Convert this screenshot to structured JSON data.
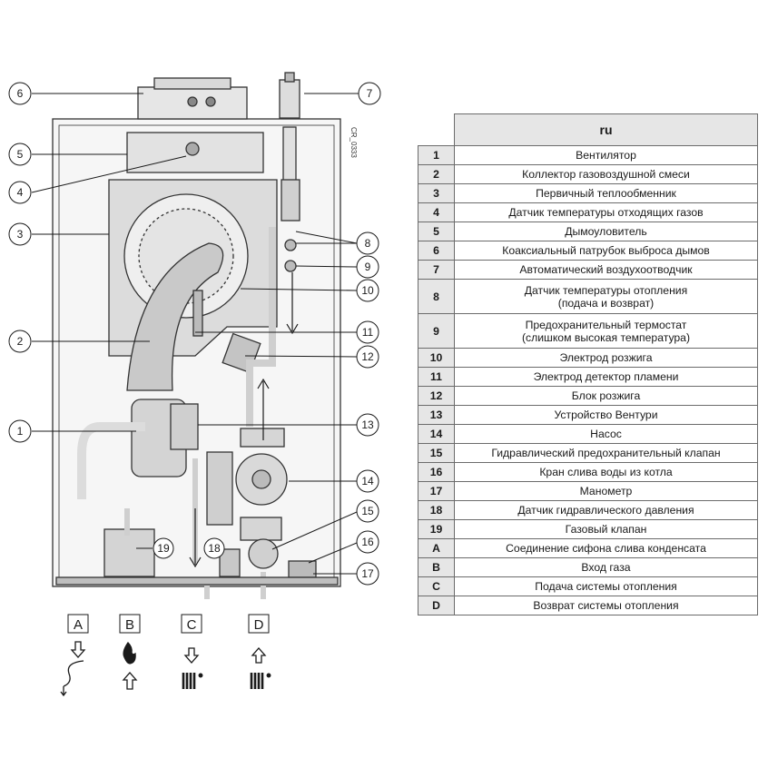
{
  "diagram": {
    "code_label": "CR_0333",
    "callouts": [
      "1",
      "2",
      "3",
      "4",
      "5",
      "6",
      "7",
      "8",
      "9",
      "10",
      "11",
      "12",
      "13",
      "14",
      "15",
      "16",
      "17",
      "18",
      "19"
    ],
    "connections": [
      "A",
      "B",
      "C",
      "D"
    ]
  },
  "legend": {
    "header": "ru",
    "rows": [
      {
        "num": "1",
        "label": "Вентилятор"
      },
      {
        "num": "2",
        "label": "Коллектор газовоздушной смеси"
      },
      {
        "num": "3",
        "label": "Первичный теплообменник"
      },
      {
        "num": "4",
        "label": "Датчик температуры отходящих газов"
      },
      {
        "num": "5",
        "label": "Дымоуловитель"
      },
      {
        "num": "6",
        "label": "Коаксиальный патрубок выброса дымов"
      },
      {
        "num": "7",
        "label": "Автоматический воздухоотводчик"
      },
      {
        "num": "8",
        "label": "Датчик температуры отопления\n(подача и возврат)"
      },
      {
        "num": "9",
        "label": "Предохранительный термостат\n(слишком высокая температура)"
      },
      {
        "num": "10",
        "label": "Электрод розжига"
      },
      {
        "num": "11",
        "label": "Электрод детектор пламени"
      },
      {
        "num": "12",
        "label": "Блок розжига"
      },
      {
        "num": "13",
        "label": "Устройство Вентури"
      },
      {
        "num": "14",
        "label": "Насос"
      },
      {
        "num": "15",
        "label": "Гидравлический предохранительный клапан"
      },
      {
        "num": "16",
        "label": "Кран слива воды из котла"
      },
      {
        "num": "17",
        "label": "Манометр"
      },
      {
        "num": "18",
        "label": "Датчик гидравлического давления"
      },
      {
        "num": "19",
        "label": "Газовый клапан"
      },
      {
        "num": "A",
        "label": "Соединение сифона слива конденсата"
      },
      {
        "num": "B",
        "label": "Вход газа"
      },
      {
        "num": "C",
        "label": "Подача системы отопления"
      },
      {
        "num": "D",
        "label": "Возврат системы отопления"
      }
    ]
  }
}
